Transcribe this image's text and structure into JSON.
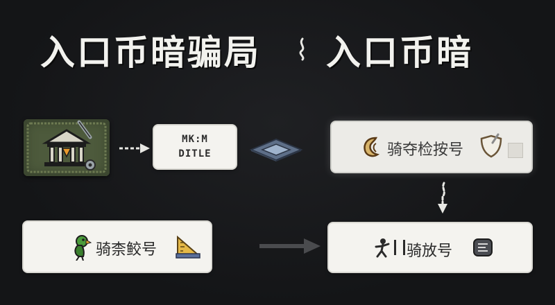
{
  "title": {
    "left": "入口币暗骗局",
    "right": "入口币暗"
  },
  "nodes": {
    "bank_tile": {
      "icon": "bank-icon"
    },
    "mkm_card": {
      "line1": "MK:M",
      "line2": "DITLE"
    },
    "chip": {
      "icon": "chip-icon"
    },
    "top_right": {
      "label": "骑夺检按号",
      "left_icon": "gold-coin-icon",
      "right_icon": "shield-icon"
    },
    "bottom_left": {
      "label": "骑柰鲛号",
      "left_icon": "parrot-icon",
      "right_icon": "ruler-icon"
    },
    "bottom_right": {
      "label": "骑放号",
      "left_icon": "runner-icon",
      "right_icon": "badge-icon"
    }
  },
  "colors": {
    "background": "#141517",
    "card": "#f4f3ef",
    "tile": "#4d5a3c",
    "arrow_light": "#e8e8e4",
    "arrow_dark": "#4a4b4e"
  }
}
